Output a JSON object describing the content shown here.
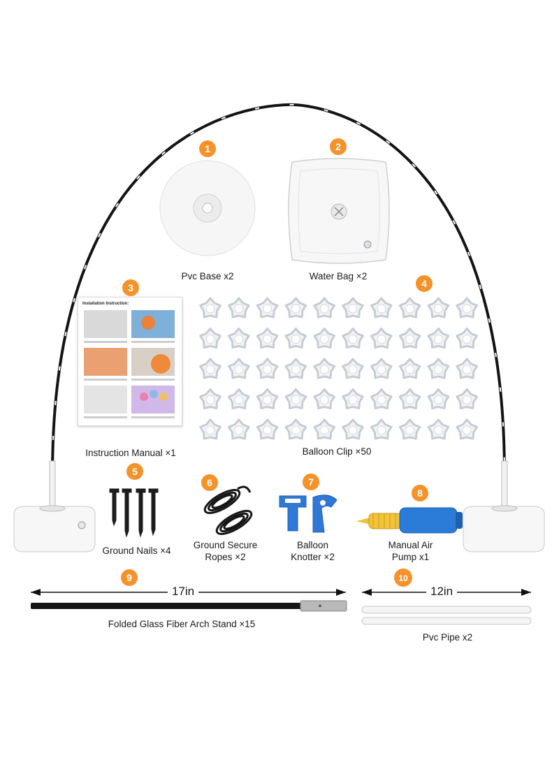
{
  "badge_color": "#f5922a",
  "items": [
    {
      "number": "1",
      "label": "Pvc Base x2",
      "icon": "pvc-base-icon"
    },
    {
      "number": "2",
      "label": "Water Bag ×2",
      "icon": "water-bag-icon"
    },
    {
      "number": "3",
      "label": "Instruction Manual ×1",
      "icon": "instruction-manual-icon"
    },
    {
      "number": "4",
      "label": "Balloon Clip ×50",
      "icon": "balloon-clip-icon"
    },
    {
      "number": "5",
      "label": "Ground Nails ×4",
      "icon": "ground-nail-icon"
    },
    {
      "number": "6",
      "label_line1": "Ground Secure",
      "label_line2": "Ropes ×2",
      "icon": "rope-icon"
    },
    {
      "number": "7",
      "label_line1": "Balloon",
      "label_line2": "Knotter ×2",
      "icon": "knotter-icon"
    },
    {
      "number": "8",
      "label_line1": "Manual Air",
      "label_line2": "Pump x1",
      "icon": "air-pump-icon"
    },
    {
      "number": "9",
      "label": "Folded Glass Fiber Arch Stand ×15",
      "dimension": "17in",
      "icon": "fiber-rod-icon"
    },
    {
      "number": "10",
      "label": "Pvc Pipe x2",
      "dimension": "12in",
      "icon": "pvc-pipe-icon"
    }
  ],
  "manual": {
    "title": "Installation Instruction:"
  }
}
